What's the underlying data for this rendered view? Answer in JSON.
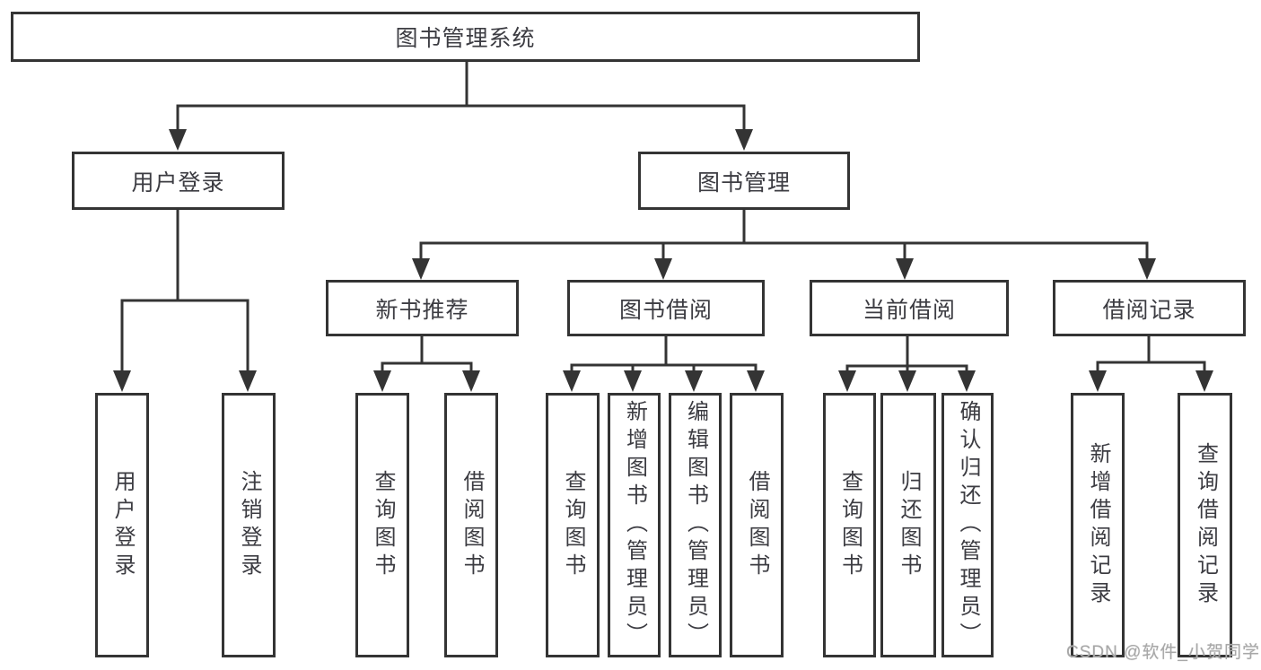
{
  "diagram": {
    "root": "图书管理系统",
    "level2": [
      "用户登录",
      "图书管理"
    ],
    "level3": [
      "新书推荐",
      "图书借阅",
      "当前借阅",
      "借阅记录"
    ],
    "leaves": [
      "用户登录",
      "注销登录",
      "查询图书",
      "借阅图书",
      "查询图书",
      "新增图书（管理员）",
      "编辑图书（管理员）",
      "借阅图书",
      "查询图书",
      "归还图书",
      "确认归还（管理员）",
      "新增借阅记录",
      "查询借阅记录"
    ]
  },
  "watermark": "CSDN @软件_小贺同学",
  "colors": {
    "line": "#343434",
    "text": "#3c3c42",
    "background": "#ffffff",
    "watermark": "#a8a8a8"
  }
}
